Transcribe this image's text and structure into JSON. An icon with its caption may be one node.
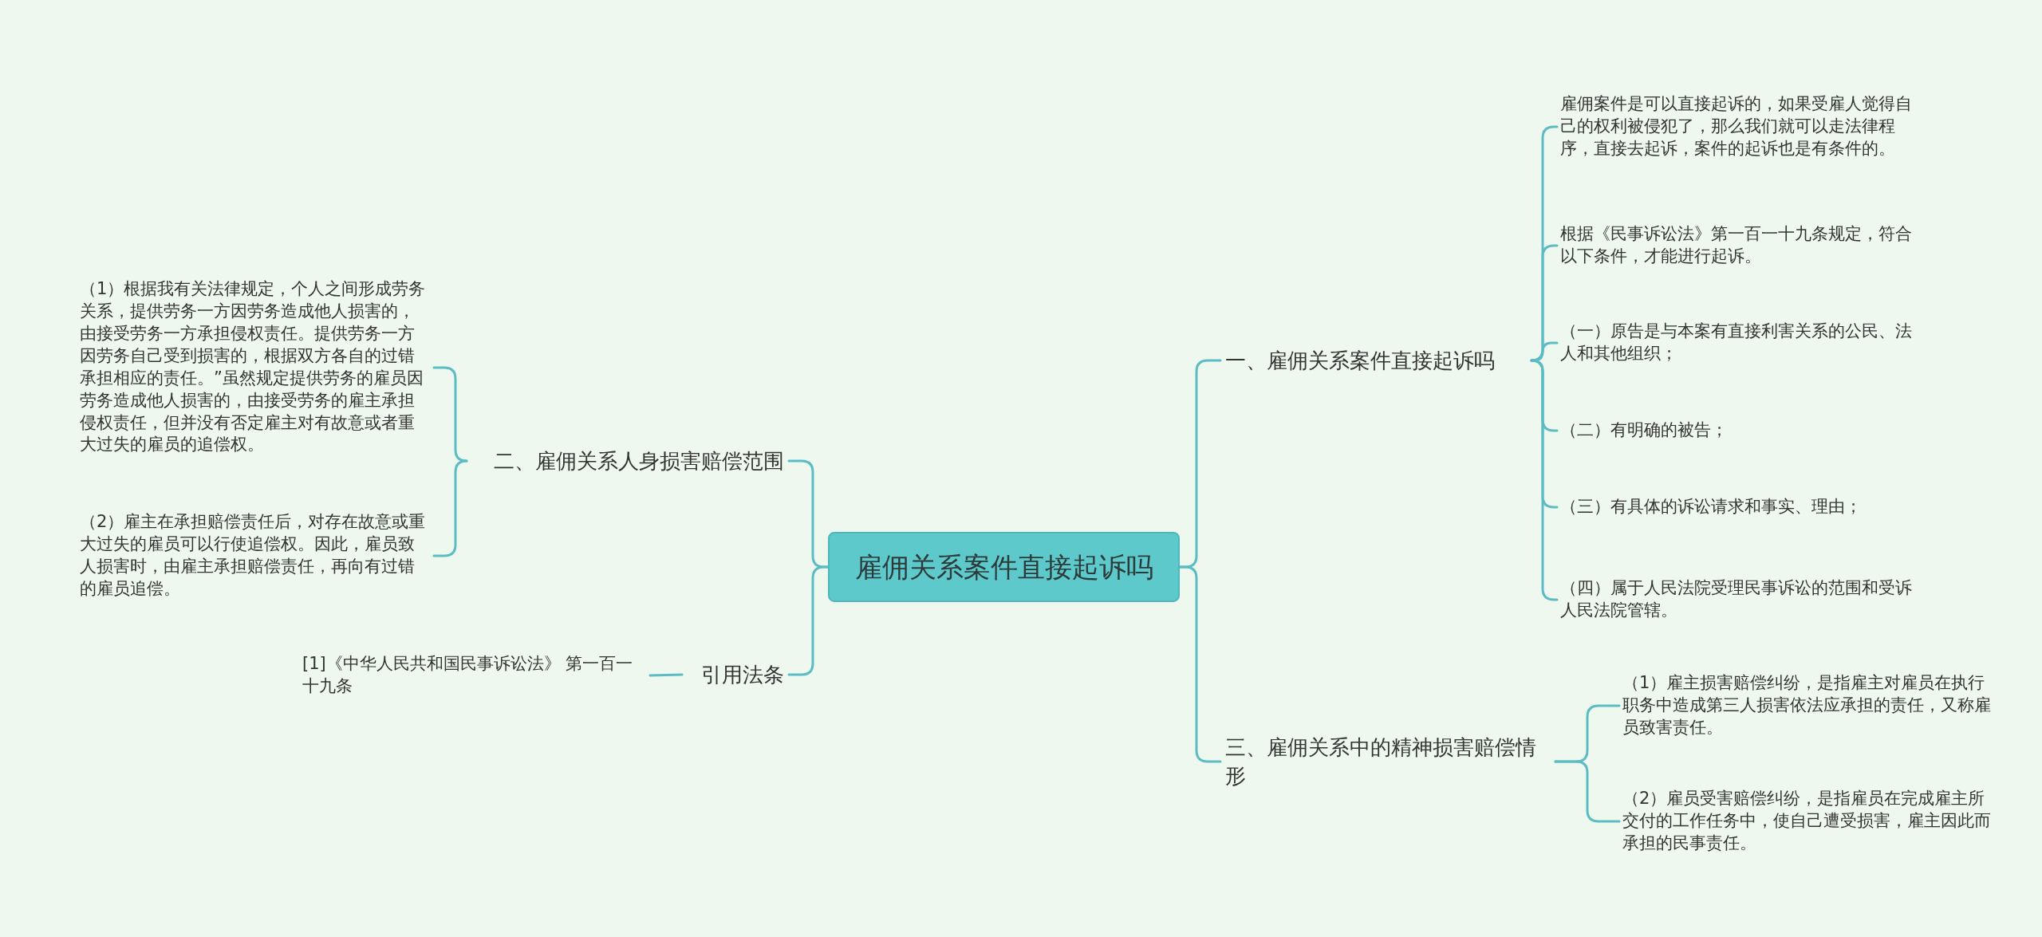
{
  "diagram": {
    "nodes": [
      {
        "text": [
          "雇佣关系案件直接起诉吗"
        ]
      },
      {
        "text": [
          "一、雇佣关系案件直接起诉吗"
        ]
      },
      {
        "text": [
          "雇佣案件是可以直接起诉的，如果受雇人觉得自己的权利被侵犯了，那么我们就可以走法律程序，直接去起诉，案件的起诉也是有条件的。"
        ]
      },
      {
        "text": [
          "根据《民事诉讼法》第一百一十九条规定，符合以下条件，才能进行起诉。"
        ]
      },
      {
        "text": [
          "（一）原告是与本案有直接利害关系的公民、法人和其他组织；"
        ]
      },
      {
        "text": [
          "（二）有明确的被告；"
        ]
      },
      {
        "text": [
          "（三）有具体的诉讼请求和事实、理由；"
        ]
      },
      {
        "text": [
          "（四）属于人民法院受理民事诉讼的范围和受诉人民法院管辖。"
        ]
      },
      {
        "text": [
          "三、雇佣关系中的精神损害赔偿情形"
        ]
      },
      {
        "text": [
          "（1）雇主损害赔偿纠纷，是指雇主对雇员在执行职务中造成第三人损害依法应承担的责任，又称雇员致害责任。"
        ]
      },
      {
        "text": [
          "（2）雇员受害赔偿纠纷，是指雇员在完成雇主所交付的工作任务中，使自己遭受损害，雇主因此而承担的民事责任。"
        ]
      },
      {
        "text": [
          "二、雇佣关系人身损害赔偿范围"
        ]
      },
      {
        "text": [
          "（1）根据我有关法律规定，个人之间形成劳务关系，提供劳务一方因劳务造成他人损害的，由接受劳务一方承担侵权责任。提供劳务一方因劳务自己受到损害的，根据双方各自的过错承担相应的责任。”虽然规定提供劳务的雇员因劳务造成他人损害的，由接受劳务的雇主承担侵权责任，但并没有否定雇主对有故意或者重大过失的雇员的追偿权。"
        ]
      },
      {
        "text": [
          "（2）雇主在承担赔偿责任后，对存在故意或重大过失的雇员可以行使追偿权。因此，雇员致人损害时，由雇主承担赔偿责任，再向有过错的雇员追偿。"
        ]
      },
      {
        "text": [
          "引用法条"
        ]
      },
      {
        "text": [
          "[1]《中华人民共和国民事诉讼法》 第一百一十九条"
        ]
      }
    ],
    "edges": [
      {
        "from": 0,
        "to": 1,
        "arrow": "none"
      },
      {
        "from": 1,
        "to": 2,
        "arrow": "none"
      },
      {
        "from": 1,
        "to": 3,
        "arrow": "none"
      },
      {
        "from": 1,
        "to": 4,
        "arrow": "none"
      },
      {
        "from": 1,
        "to": 5,
        "arrow": "none"
      },
      {
        "from": 1,
        "to": 6,
        "arrow": "none"
      },
      {
        "from": 1,
        "to": 7,
        "arrow": "none"
      },
      {
        "from": 0,
        "to": 8,
        "arrow": "none"
      },
      {
        "from": 8,
        "to": 9,
        "arrow": "none"
      },
      {
        "from": 8,
        "to": 10,
        "arrow": "none"
      },
      {
        "from": 0,
        "to": 11,
        "arrow": "none"
      },
      {
        "from": 11,
        "to": 12,
        "arrow": "none"
      },
      {
        "from": 11,
        "to": 13,
        "arrow": "none"
      },
      {
        "from": 0,
        "to": 14,
        "arrow": "none"
      },
      {
        "from": 14,
        "to": 15,
        "arrow": "none"
      }
    ]
  }
}
